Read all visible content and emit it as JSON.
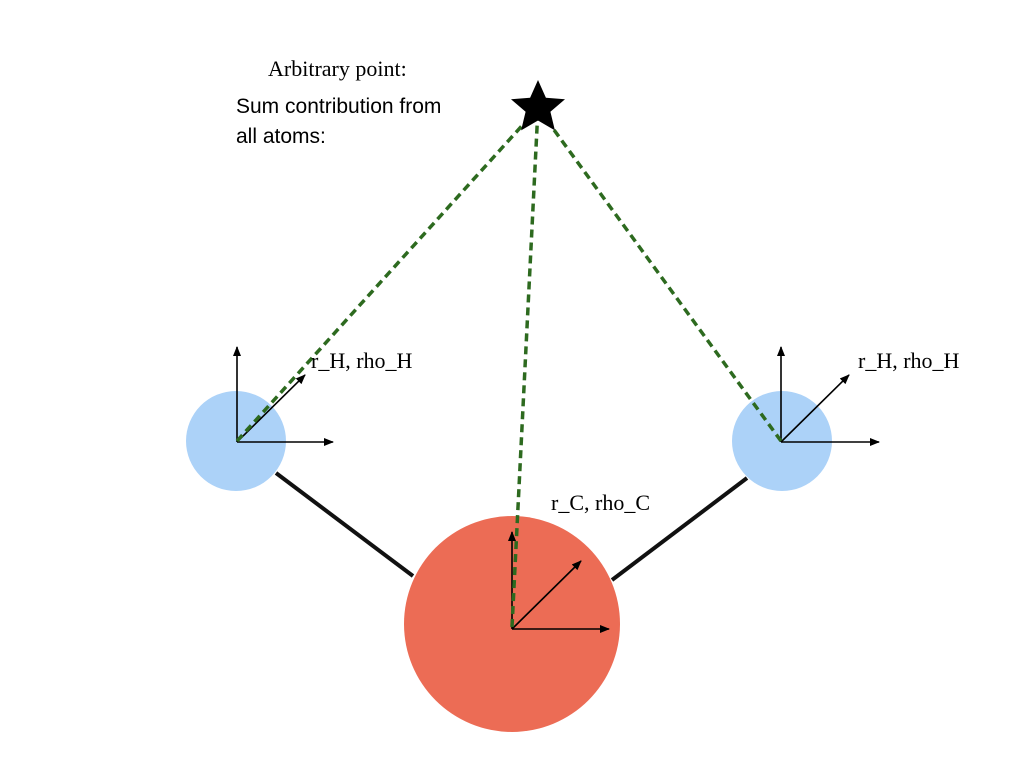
{
  "labels": {
    "point_title": "Arbitrary point:",
    "sum_line1": "Sum contribution from",
    "sum_line2": "all atoms:",
    "left_h": "r_H, rho_H",
    "right_h": "r_H, rho_H",
    "carbon": "r_C, rho_C"
  },
  "colors": {
    "hydrogen": "#acd2f8",
    "carbon": "#ec6c55",
    "bond": "#111111",
    "distance_line": "#2d6a1f",
    "axes": "#000000",
    "star": "#000000"
  },
  "atoms": [
    {
      "element": "H",
      "label_key": "left_h"
    },
    {
      "element": "C",
      "label_key": "carbon"
    },
    {
      "element": "H",
      "label_key": "right_h"
    }
  ],
  "icons": {
    "point_marker": "star-icon"
  }
}
